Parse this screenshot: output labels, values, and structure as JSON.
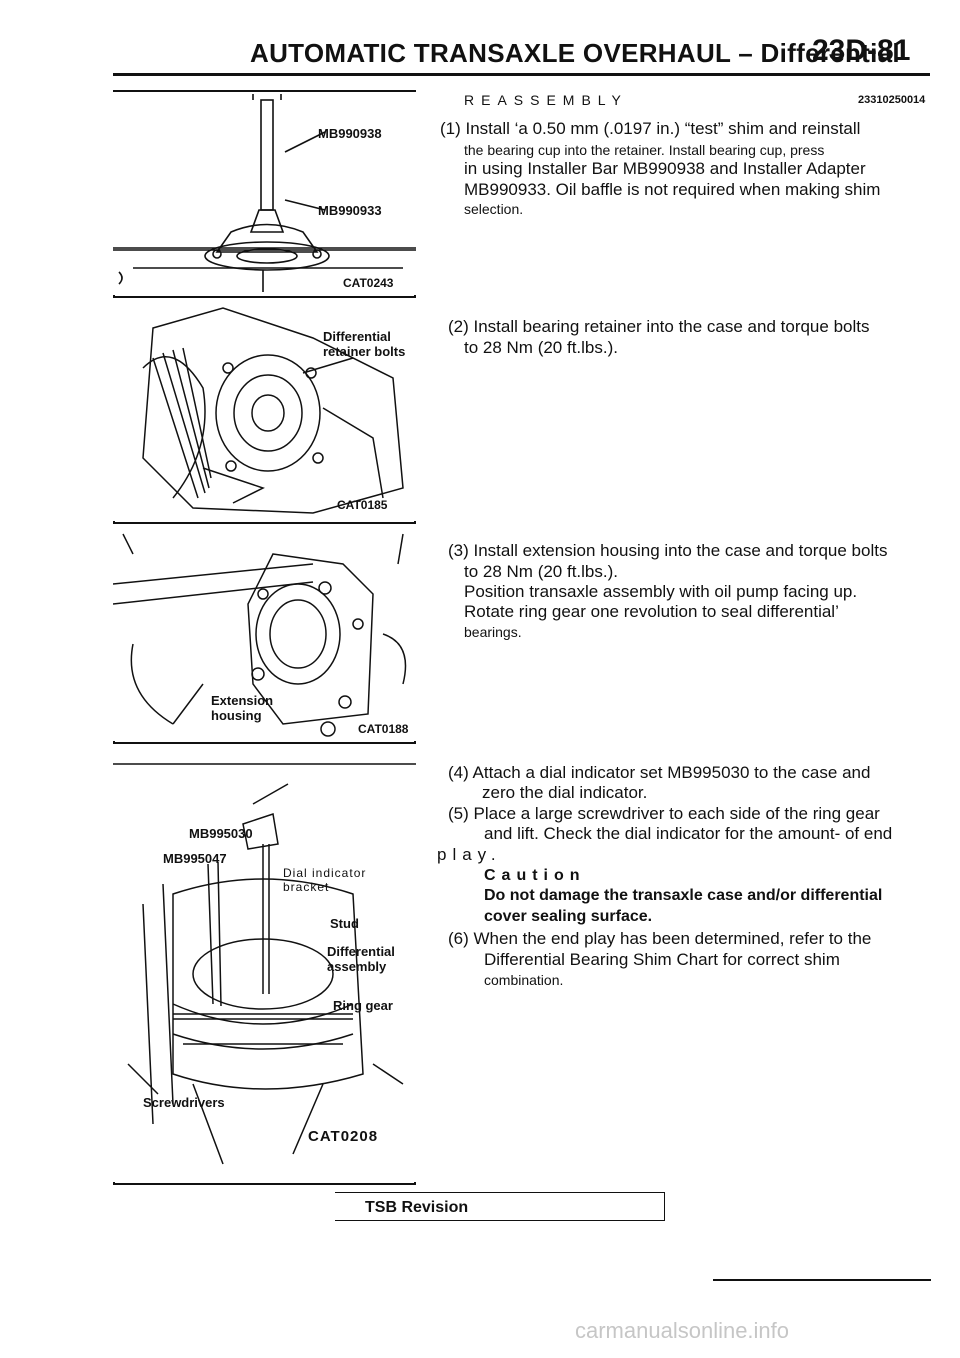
{
  "header": {
    "title": "AUTOMATIC TRANSAXLE OVERHAUL – Differential",
    "page_number": "23D-81"
  },
  "figures": [
    {
      "labels": [
        "MB990938",
        "MB990933"
      ],
      "code": "CAT0243"
    },
    {
      "labels": [
        "Differential",
        "retainer bolts"
      ],
      "code": "CAT0185"
    },
    {
      "labels": [
        "Extension",
        "housing"
      ],
      "code": "CAT0188"
    },
    {
      "labels": [
        "MB995030",
        "MB995047",
        "Dial indicator",
        "bracket",
        "Stud",
        "Differential",
        "assembly",
        "Ring gear",
        "Screwdrivers"
      ],
      "code": "CAT0208"
    }
  ],
  "section": {
    "heading": "REASSEMBLY",
    "code": "23310250014"
  },
  "steps": {
    "s1_line1": "(1) Install ‘a 0.50 mm (.0197 in.) “test” shim and reinstall",
    "s1_line2": "the bearing cup into the retainer. Install bearing cup, press",
    "s1_line3": "in using Installer Bar MB990938 and Installer Adapter",
    "s1_line4": "MB990933. Oil baffle is not required when making shim",
    "s1_line5": "selection.",
    "s2_line1": "(2) Install bearing retainer into the case and torque bolts",
    "s2_line2": "to 28 Nm (20 ft.lbs.).",
    "s3_line1": "(3) Install extension housing into the case and torque bolts",
    "s3_line2": "to 28 Nm (20 ft.lbs.).",
    "s3_line3": "Position transaxle assembly with oil pump facing up.",
    "s3_line4": "Rotate ring gear one revolution to seal differential’",
    "s3_line5": "bearings.",
    "s4_line1": "(4) Attach a dial indicator set MB995030 to the case and",
    "s4_line2": "zero the dial indicator.",
    "s5_line1": "(5) Place a large screwdriver to each side of the ring gear",
    "s5_line2": "and lift. Check the dial indicator for the amount- of end",
    "s5_line3": "play.",
    "caution_title": "Caution",
    "caution_line1": "Do not damage the transaxle case and/or differential",
    "caution_line2": "cover sealing surface.",
    "s6_line1": "(6) When the end play has been determined, refer to the",
    "s6_line2": "Differential Bearing Shim Chart for correct shim",
    "s6_line3": "combination."
  },
  "footer": {
    "tsb": "TSB Revision",
    "watermark": "carmanualsonline.info"
  }
}
